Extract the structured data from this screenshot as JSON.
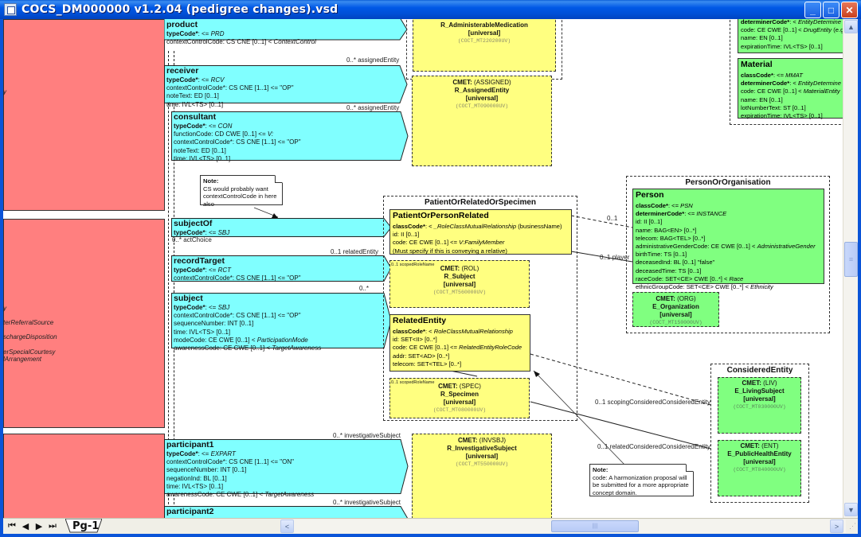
{
  "window": {
    "title": "COCS_DM000000 v1.2.04 (pedigree changes).vsd",
    "buttons": {
      "minimize": "_",
      "maximize": "□",
      "close": "✕"
    }
  },
  "left_choice": {
    "fragments": [
      "y",
      "y",
      "terReferralSource",
      "schargeDisposition",
      "erSpecialCourtesy",
      "lArrangement"
    ]
  },
  "participations": {
    "product": {
      "name": "product",
      "typeCode_label": "typeCode*",
      "typeCode_value": ": <= ",
      "typeCode_code": "PRD",
      "lines": [
        "contextControlCode: CS CNE [0..1] < "
      ],
      "lines_italic": [
        "ContextControl"
      ]
    },
    "receiver": {
      "name": "receiver",
      "typeCode_label": "typeCode*",
      "typeCode_code": "RCV",
      "lines": [
        "contextControlCode*: CS CNE [1..1] <= \"OP\"",
        "noteText: ED [0..1]",
        "time: IVL<TS> [0..1]"
      ]
    },
    "consultant": {
      "name": "consultant",
      "typeCode_label": "typeCode*",
      "typeCode_code": "CON",
      "line1_prefix": "functionCode: CD CWE [0..1] <= ",
      "line1_italic": "V:",
      "lines": [
        "contextControlCode*: CS CNE [1..1] <= \"OP\"",
        "noteText: ED [0..1]",
        "time: IVL<TS> [0..1]"
      ]
    },
    "subjectOf": {
      "name": "subjectOf",
      "typeCode_label": "typeCode*",
      "typeCode_code": "SBJ"
    },
    "recordTarget": {
      "name": "recordTarget",
      "typeCode_label": "typeCode*",
      "typeCode_code": "RCT",
      "lines": [
        "contextControlCode*: CS CNE [1..1] <= \"OP\""
      ]
    },
    "subject": {
      "name": "subject",
      "typeCode_label": "typeCode*",
      "typeCode_code": "SBJ",
      "lines": [
        "contextControlCode*: CS CNE [1..1] <= \"OP\"",
        "sequenceNumber: INT [0..1]",
        "time: IVL<TS> [0..1]"
      ],
      "mode_prefix": "modeCode: CE CWE [0..1] < ",
      "mode_italic": "ParticipationMode",
      "awareness_prefix": "awarenessCode: CE CWE [0..1] < ",
      "awareness_italic": "TargetAwareness"
    },
    "participant1": {
      "name": "participant1",
      "typeCode_label": "typeCode*",
      "typeCode_code": "EXPART",
      "lines": [
        "contextControlCode*: CS CNE [1..1] <= \"ON\"",
        "sequenceNumber: INT [0..1]",
        "negationInd: BL [0..1]",
        "time: IVL<TS> [0..1]"
      ],
      "awareness_prefix": "awarenessCode: CE CWE [0..1] < ",
      "awareness_italic": "TargetAwareness"
    },
    "participant2": {
      "name": "participant2"
    },
    "typecode_op": ": <= "
  },
  "association_labels": {
    "assigned1": "0..* assignedEntity",
    "assigned2": "0..* assignedEntity",
    "actChoice": "0..* actChoice",
    "relatedEntity": "0..1 relatedEntity",
    "subject_mult": "0..*",
    "investigative1": "0..* investigativeSubject",
    "investigative2": "0..* investigativeSubject",
    "mult_0_1": "0..1",
    "player": "0..1 player",
    "scoping": "0..1 scopingConsideredConsideredEntity",
    "related": "0..1 relatedConsideredConsideredEntity",
    "scopedRoleName1": "0..1 scopedRoleName",
    "scopedRoleName2": "0..1 scopedRoleName"
  },
  "cmets": {
    "administerable": {
      "name": "R_AdministerableMedication",
      "flavor": "[universal]",
      "code": "(COCT_MT220200UV)"
    },
    "assigned": {
      "label": "CMET:",
      "type": "(ASSIGNED)",
      "name": "R_AssignedEntity",
      "flavor": "[universal]",
      "code": "(COCT_MT090000UV)"
    },
    "subject": {
      "label": "CMET:",
      "type": "(ROL)",
      "name": "R_Subject",
      "flavor": "[universal]",
      "code": "(COCT_MT560000UV)"
    },
    "specimen": {
      "label": "CMET:",
      "type": "(SPEC)",
      "name": "R_Specimen",
      "flavor": "[universal]",
      "code": "(COCT_MT080000UV)"
    },
    "investigative": {
      "label": "CMET:",
      "type": "(INVSBJ)",
      "name": "R_InvestigativeSubject",
      "flavor": "[universal]",
      "code": "(COCT_MT550000UV)"
    },
    "organization": {
      "label": "CMET:",
      "type": "(ORG)",
      "name": "E_Organization",
      "flavor": "[universal]",
      "code": "(COCT_MT150000UV)"
    },
    "living": {
      "label": "CMET:",
      "type": "(LIV)",
      "name": "E_LivingSubject",
      "flavor": "[universal]",
      "code": "(COCT_MT030000UV)"
    },
    "publichealth": {
      "label": "CMET:",
      "type": "(ENT)",
      "name": "E_PublicHealthEntity",
      "flavor": "[universal]",
      "code": "(COCT_MT840000UV)"
    }
  },
  "groups": {
    "patientOrRelated": "PatientOrRelatedOrSpecimen",
    "personOrOrg": "PersonOrOrganisation",
    "considered": "ConsideredEntity"
  },
  "classes": {
    "drugEntity": {
      "determiner_label": "determinerCode*",
      "determiner_val": ": < ",
      "determiner_italic": "EntityDetermine",
      "code_prefix": "code: CE CWE [0..1] < ",
      "code_italic": "DrugEntity",
      "code_suffix": " (e.g.",
      "lines": [
        "name: EN [0..1]",
        "expirationTime: IVL<TS> [0..1]"
      ]
    },
    "material": {
      "name": "Material",
      "class_label": "classCode*",
      "class_val": ": <= ",
      "class_italic": "MMAT",
      "determiner_label": "determinerCode*",
      "determiner_val": ": < ",
      "determiner_italic": "EntityDetermine",
      "code_prefix": "code: CE CWE [0..1] < ",
      "code_italic": "MaterialEntity",
      "lines": [
        "name: EN [0..1]",
        "lotNumberText: ST [0..1]",
        "expirationTime: IVL<TS> [0..1]"
      ]
    },
    "patientOrPersonRelated": {
      "name": "PatientOrPersonRelated",
      "class_label": "classCode*",
      "class_val": ": < ",
      "class_italic": "_RoleClassMutualRelationship",
      "class_suffix": " (businessName)",
      "id": "id: II [0..1]",
      "code_prefix": "code: CE CWE [0..1] <= ",
      "code_italic": "V:FamilyMember",
      "note": " (Must specify if this is conveying a relative)"
    },
    "relatedEntity": {
      "name": "RelatedEntity",
      "class_label": "classCode*",
      "class_val": ": < ",
      "class_italic": "RoleClassMutualRelationship",
      "id": "id: SET<II> [0..*]",
      "code_prefix": "code: CE CWE [0..1] <= ",
      "code_italic": "RelatedEntityRoleCode",
      "lines": [
        "addr: SET<AD> [0..*]",
        "telecom: SET<TEL> [0..*]"
      ]
    },
    "person": {
      "name": "Person",
      "class_label": "classCode*",
      "class_val": ": <= ",
      "class_italic": "PSN",
      "determiner_label": "determinerCode*",
      "determiner_val": ": <= ",
      "determiner_italic": "INSTANCE",
      "lines": [
        "id: II [0..1]",
        "name: BAG<EN> [0..*]",
        "telecom: BAG<TEL> [0..*]"
      ],
      "gender_prefix": "administrativeGenderCode: CE CWE [0..1] < ",
      "gender_italic": "AdministrativeGender",
      "lines2": [
        "birthTime: TS [0..1]",
        "deceasedInd: BL [0..1] \"false\"",
        "deceasedTime: TS [0..1]"
      ],
      "race_prefix": "raceCode: SET<CE> CWE [0..*] < ",
      "race_italic": "Race",
      "ethnic_prefix": "ethnicGroupCode: SET<CE> CWE [0..*] < ",
      "ethnic_italic": "Ethnicity"
    }
  },
  "notes": {
    "note1": {
      "title": "Note:",
      "lines": [
        "CS would probably want",
        "contextControlCode in here",
        "also"
      ]
    },
    "note2": {
      "title": "Note:",
      "lines": [
        "code: A harmonization proposal will",
        "be submitted for a more appropriate",
        "concept domain."
      ]
    }
  },
  "bottom": {
    "nav": {
      "first": "⏮",
      "prev": "◀",
      "next": "▶",
      "last": "⏭"
    },
    "page_tab": "Pg-1",
    "hscroll_left": "<",
    "hscroll_right": ">",
    "vscroll_up": "▲",
    "vscroll_down": "▼",
    "grip": "⋰"
  }
}
